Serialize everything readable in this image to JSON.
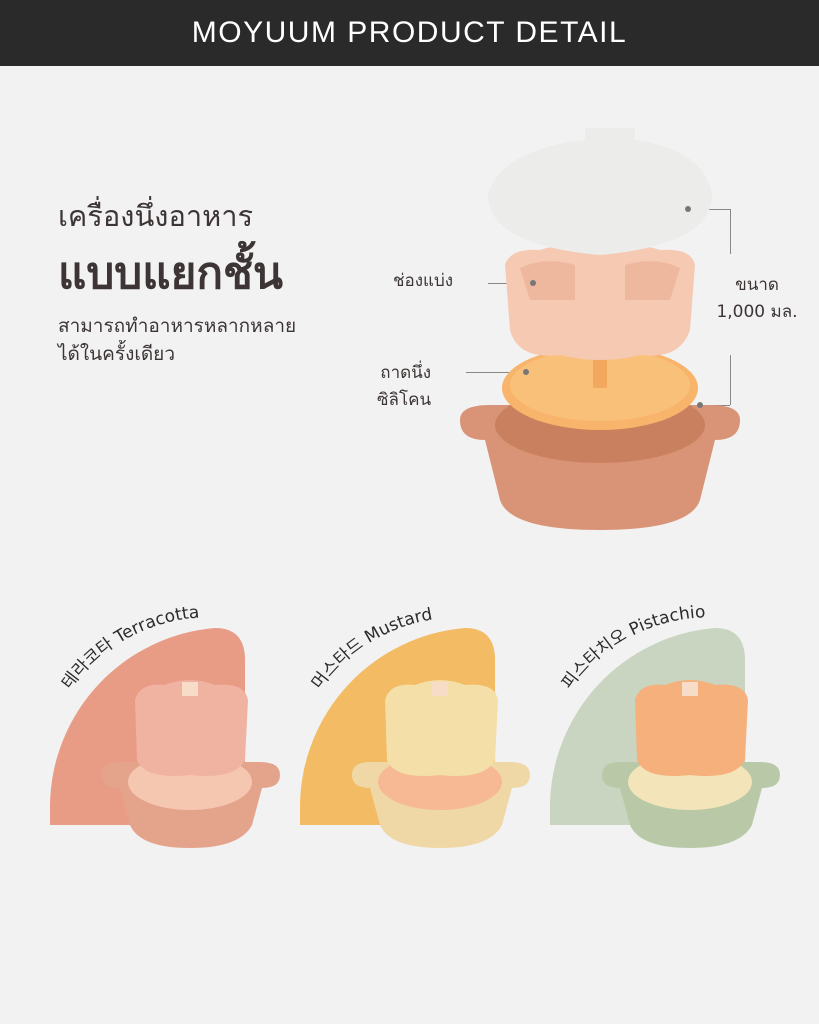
{
  "header": {
    "title": "MOYUUM PRODUCT DETAIL"
  },
  "intro": {
    "line1": "เครื่องนึ่งอาหาร",
    "line2": "แบบแยกชั้น",
    "desc1": "สามารถทำอาหารหลากหลาย",
    "desc2": "ได้ในครั้งเดียว"
  },
  "callouts": {
    "divider": "ช่องแบ่ง",
    "tray1": "ถาดนึ่ง",
    "tray2": "ซิลิโคน",
    "size1": "ขนาด",
    "size2": "1,000 มล."
  },
  "colors": [
    {
      "label": "테라코타 Terracotta",
      "bg": "#e89c86",
      "bowl": "#f0b3a2",
      "tray": "#f6c7b0",
      "base": "#e4a48c"
    },
    {
      "label": "머스타드 Mustard",
      "bg": "#f3bb63",
      "bowl": "#f4dfa8",
      "tray": "#f7b894",
      "base": "#f0d8a6"
    },
    {
      "label": "피스타치오 Pistachio",
      "bg": "#c9d5c0",
      "bowl": "#f6b07c",
      "tray": "#f3e4b9",
      "base": "#b9c9a8"
    }
  ]
}
